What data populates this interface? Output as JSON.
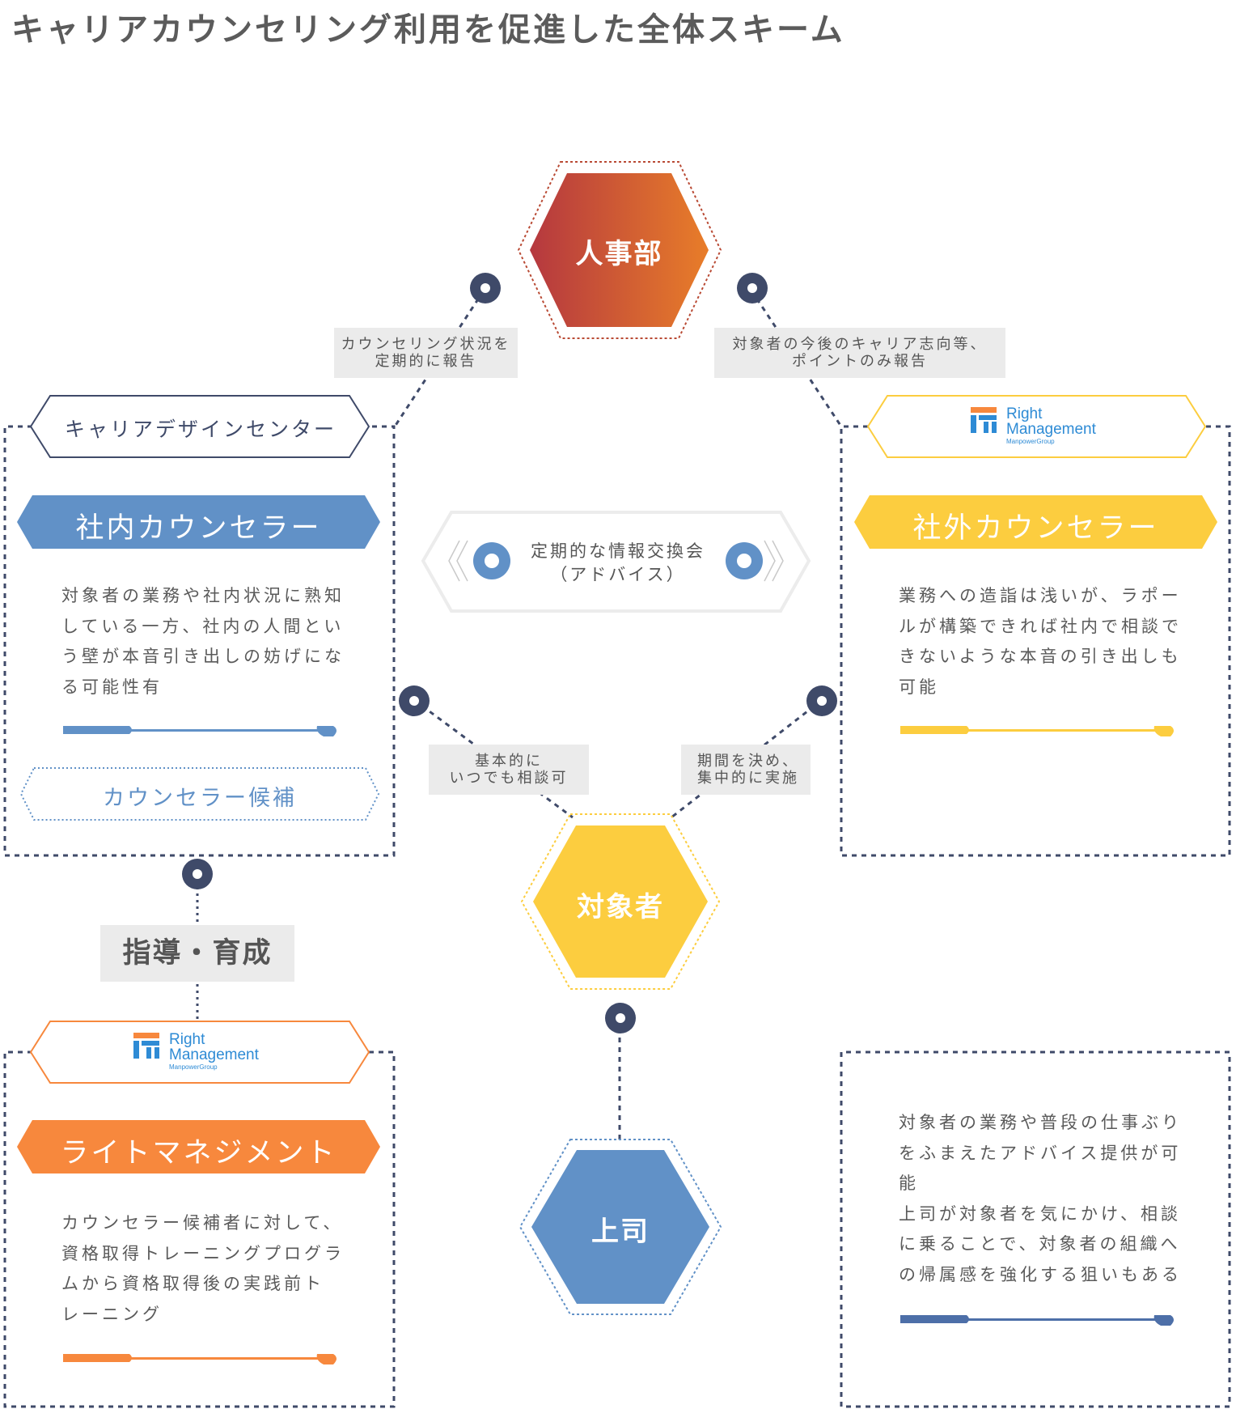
{
  "title": "キャリアカウンセリング利用を促進した全体スキーム",
  "nodes": {
    "hr": "人事部",
    "target": "対象者",
    "boss": "上司"
  },
  "labels": {
    "hr_left": [
      "カウンセリング状況を",
      "定期的に報告"
    ],
    "hr_right": [
      "対象者の今後のキャリア志向等、",
      "ポイントのみ報告"
    ],
    "exchange": [
      "定期的な情報交換会",
      "（アドバイス）"
    ],
    "target_left": [
      "基本的に",
      "いつでも相談可"
    ],
    "target_right": [
      "期間を決め、",
      "集中的に実施"
    ],
    "guidance": "指導・育成"
  },
  "left_panel": {
    "tag": "キャリアデザインセンター",
    "banner": "社内カウンセラー",
    "desc": [
      "対象者の業務や社内状況に熟知",
      "している一方、社内の人間とい",
      "う壁が本音引き出しの妨げにな",
      "る可能性有"
    ],
    "candidate": "カウンセラー候補"
  },
  "right_panel": {
    "banner": "社外カウンセラー",
    "desc": [
      "業務への造詣は浅いが、ラポー",
      "ルが構築できれば社内で相談で",
      "きないような本音の引き出しも",
      "可能"
    ]
  },
  "bottom_left_panel": {
    "banner": "ライトマネジメント",
    "desc": [
      "カウンセラー候補者に対して、",
      "資格取得トレーニングプログラ",
      "ムから資格取得後の実践前ト",
      "レーニング"
    ]
  },
  "bottom_right_panel": {
    "desc": [
      "対象者の業務や普段の仕事ぶり",
      "をふまえたアドバイス提供が可",
      "能",
      "上司が対象者を気にかけ、相談",
      "に乗ることで、対象者の組織へ",
      "の帰属感を強化する狙いもある"
    ]
  },
  "logo": {
    "line1": "Right",
    "line2": "Management",
    "line3": "ManpowerGroup"
  },
  "colors": {
    "hr_from": "#b5383f",
    "hr_to": "#e87d29",
    "yellow": "#fccd3f",
    "blue": "#6191c7",
    "orange": "#f7883d",
    "navy": "#3a4462",
    "label_bg": "#ebebeb"
  }
}
